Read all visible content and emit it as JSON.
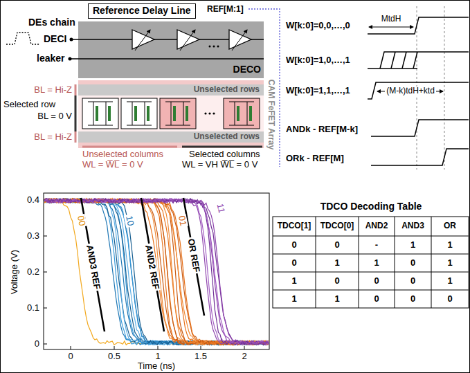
{
  "diagram": {
    "nodes": [
      {
        "text": [
          "Reference Delay Line"
        ]
      },
      {
        "text": [
          "Unselected rows"
        ]
      },
      {
        "text": [
          "Unselected rows"
        ]
      }
    ],
    "labels": [
      "DEs chain",
      "REF[M:1]",
      "DECI",
      "leaker",
      "DECO",
      "BL = Hi-Z",
      "Selected row",
      "BL = 0 V",
      "BL = Hi-Z",
      "CAM FeFET Array",
      "Unselected columns",
      "WL = W̅L̅ = 0 V",
      "Selected columns",
      "WL = VH W̅L̅ = 0 V",
      "W[k:0]=0,0,…,0",
      "MtdH",
      "W[k:0]=1,0,…,1",
      "W[k:0]=1,1,…,1",
      "(M-k)tdH+ktd",
      "ANDk - REF[M-k]",
      "ORk - REF[M]",
      "0.4",
      "0.3",
      "0.2",
      "0.1",
      "0",
      "Voltage (V)",
      "0",
      "0.5",
      "1",
      "1.5",
      "2",
      "Time (ns)",
      "00",
      "10",
      "01",
      "11",
      "AND3 REF",
      "AND2 REF",
      "OR REF",
      "TDCO Decoding Table",
      "TDCO[1]",
      "TDCO[0]",
      "AND2",
      "AND3",
      "OR",
      "0",
      "0",
      "-",
      "1",
      "1",
      "0",
      "1",
      "1",
      "0",
      "1",
      "1",
      "0",
      "0",
      "0",
      "1",
      "1",
      "1",
      "0",
      "0",
      "0"
    ]
  }
}
